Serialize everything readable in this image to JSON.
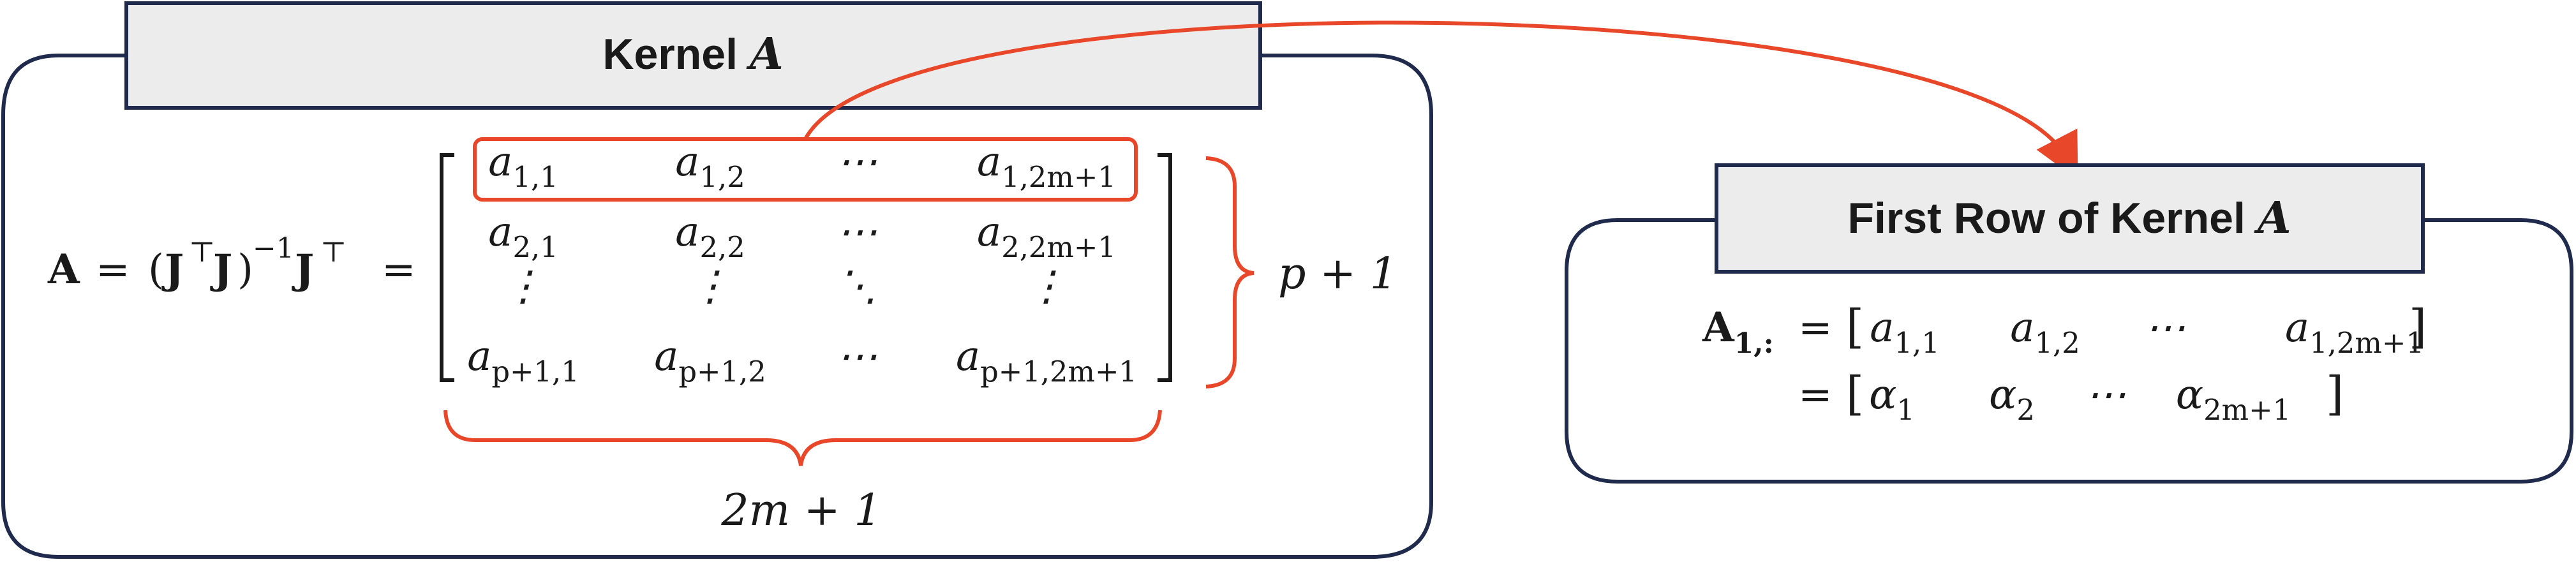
{
  "kernel_panel": {
    "title_text": "Kernel ",
    "title_symbol": "A",
    "equation": {
      "A": "A",
      "eq1": "=",
      "lparen": "(",
      "J1": "J",
      "T1": "⊤",
      "J2": "J",
      "rparen": ")",
      "inv": "−1",
      "J3": "J",
      "T2": "⊤",
      "eq2": "="
    },
    "matrix": {
      "rows": [
        [
          {
            "base": "a",
            "sub": "1,1"
          },
          {
            "base": "a",
            "sub": "1,2"
          },
          {
            "base": "⋯",
            "sub": ""
          },
          {
            "base": "a",
            "sub": "1,2m+1"
          }
        ],
        [
          {
            "base": "a",
            "sub": "2,1"
          },
          {
            "base": "a",
            "sub": "2,2"
          },
          {
            "base": "⋯",
            "sub": ""
          },
          {
            "base": "a",
            "sub": "2,2m+1"
          }
        ],
        [
          {
            "base": "⋮",
            "sub": ""
          },
          {
            "base": "⋮",
            "sub": ""
          },
          {
            "base": "⋱",
            "sub": ""
          },
          {
            "base": "⋮",
            "sub": ""
          }
        ],
        [
          {
            "base": "a",
            "sub": "p+1,1"
          },
          {
            "base": "a",
            "sub": "p+1,2"
          },
          {
            "base": "⋯",
            "sub": ""
          },
          {
            "base": "a",
            "sub": "p+1,2m+1"
          }
        ]
      ]
    },
    "rows_label": "p + 1",
    "cols_label": "2m + 1"
  },
  "first_row_panel": {
    "title_text": "First Row of Kernel ",
    "title_symbol": "A",
    "line1": {
      "lhs_base": "A",
      "lhs_sub": "1,:",
      "eq": "=",
      "open": "[",
      "close": "]",
      "items": [
        {
          "base": "a",
          "sub": "1,1"
        },
        {
          "base": "a",
          "sub": "1,2"
        },
        {
          "base": "⋯",
          "sub": ""
        },
        {
          "base": "a",
          "sub": "1,2m+1"
        }
      ]
    },
    "line2": {
      "eq": "=",
      "open": "[",
      "close": "]",
      "items": [
        {
          "base": "α",
          "sub": "1"
        },
        {
          "base": "α",
          "sub": "2"
        },
        {
          "base": "⋯",
          "sub": ""
        },
        {
          "base": "α",
          "sub": "2m+1"
        }
      ]
    }
  },
  "colors": {
    "panel_border": "#1f2a4d",
    "title_fill": "#ececec",
    "highlight": "#e8472a",
    "text": "#1a1a1a"
  }
}
